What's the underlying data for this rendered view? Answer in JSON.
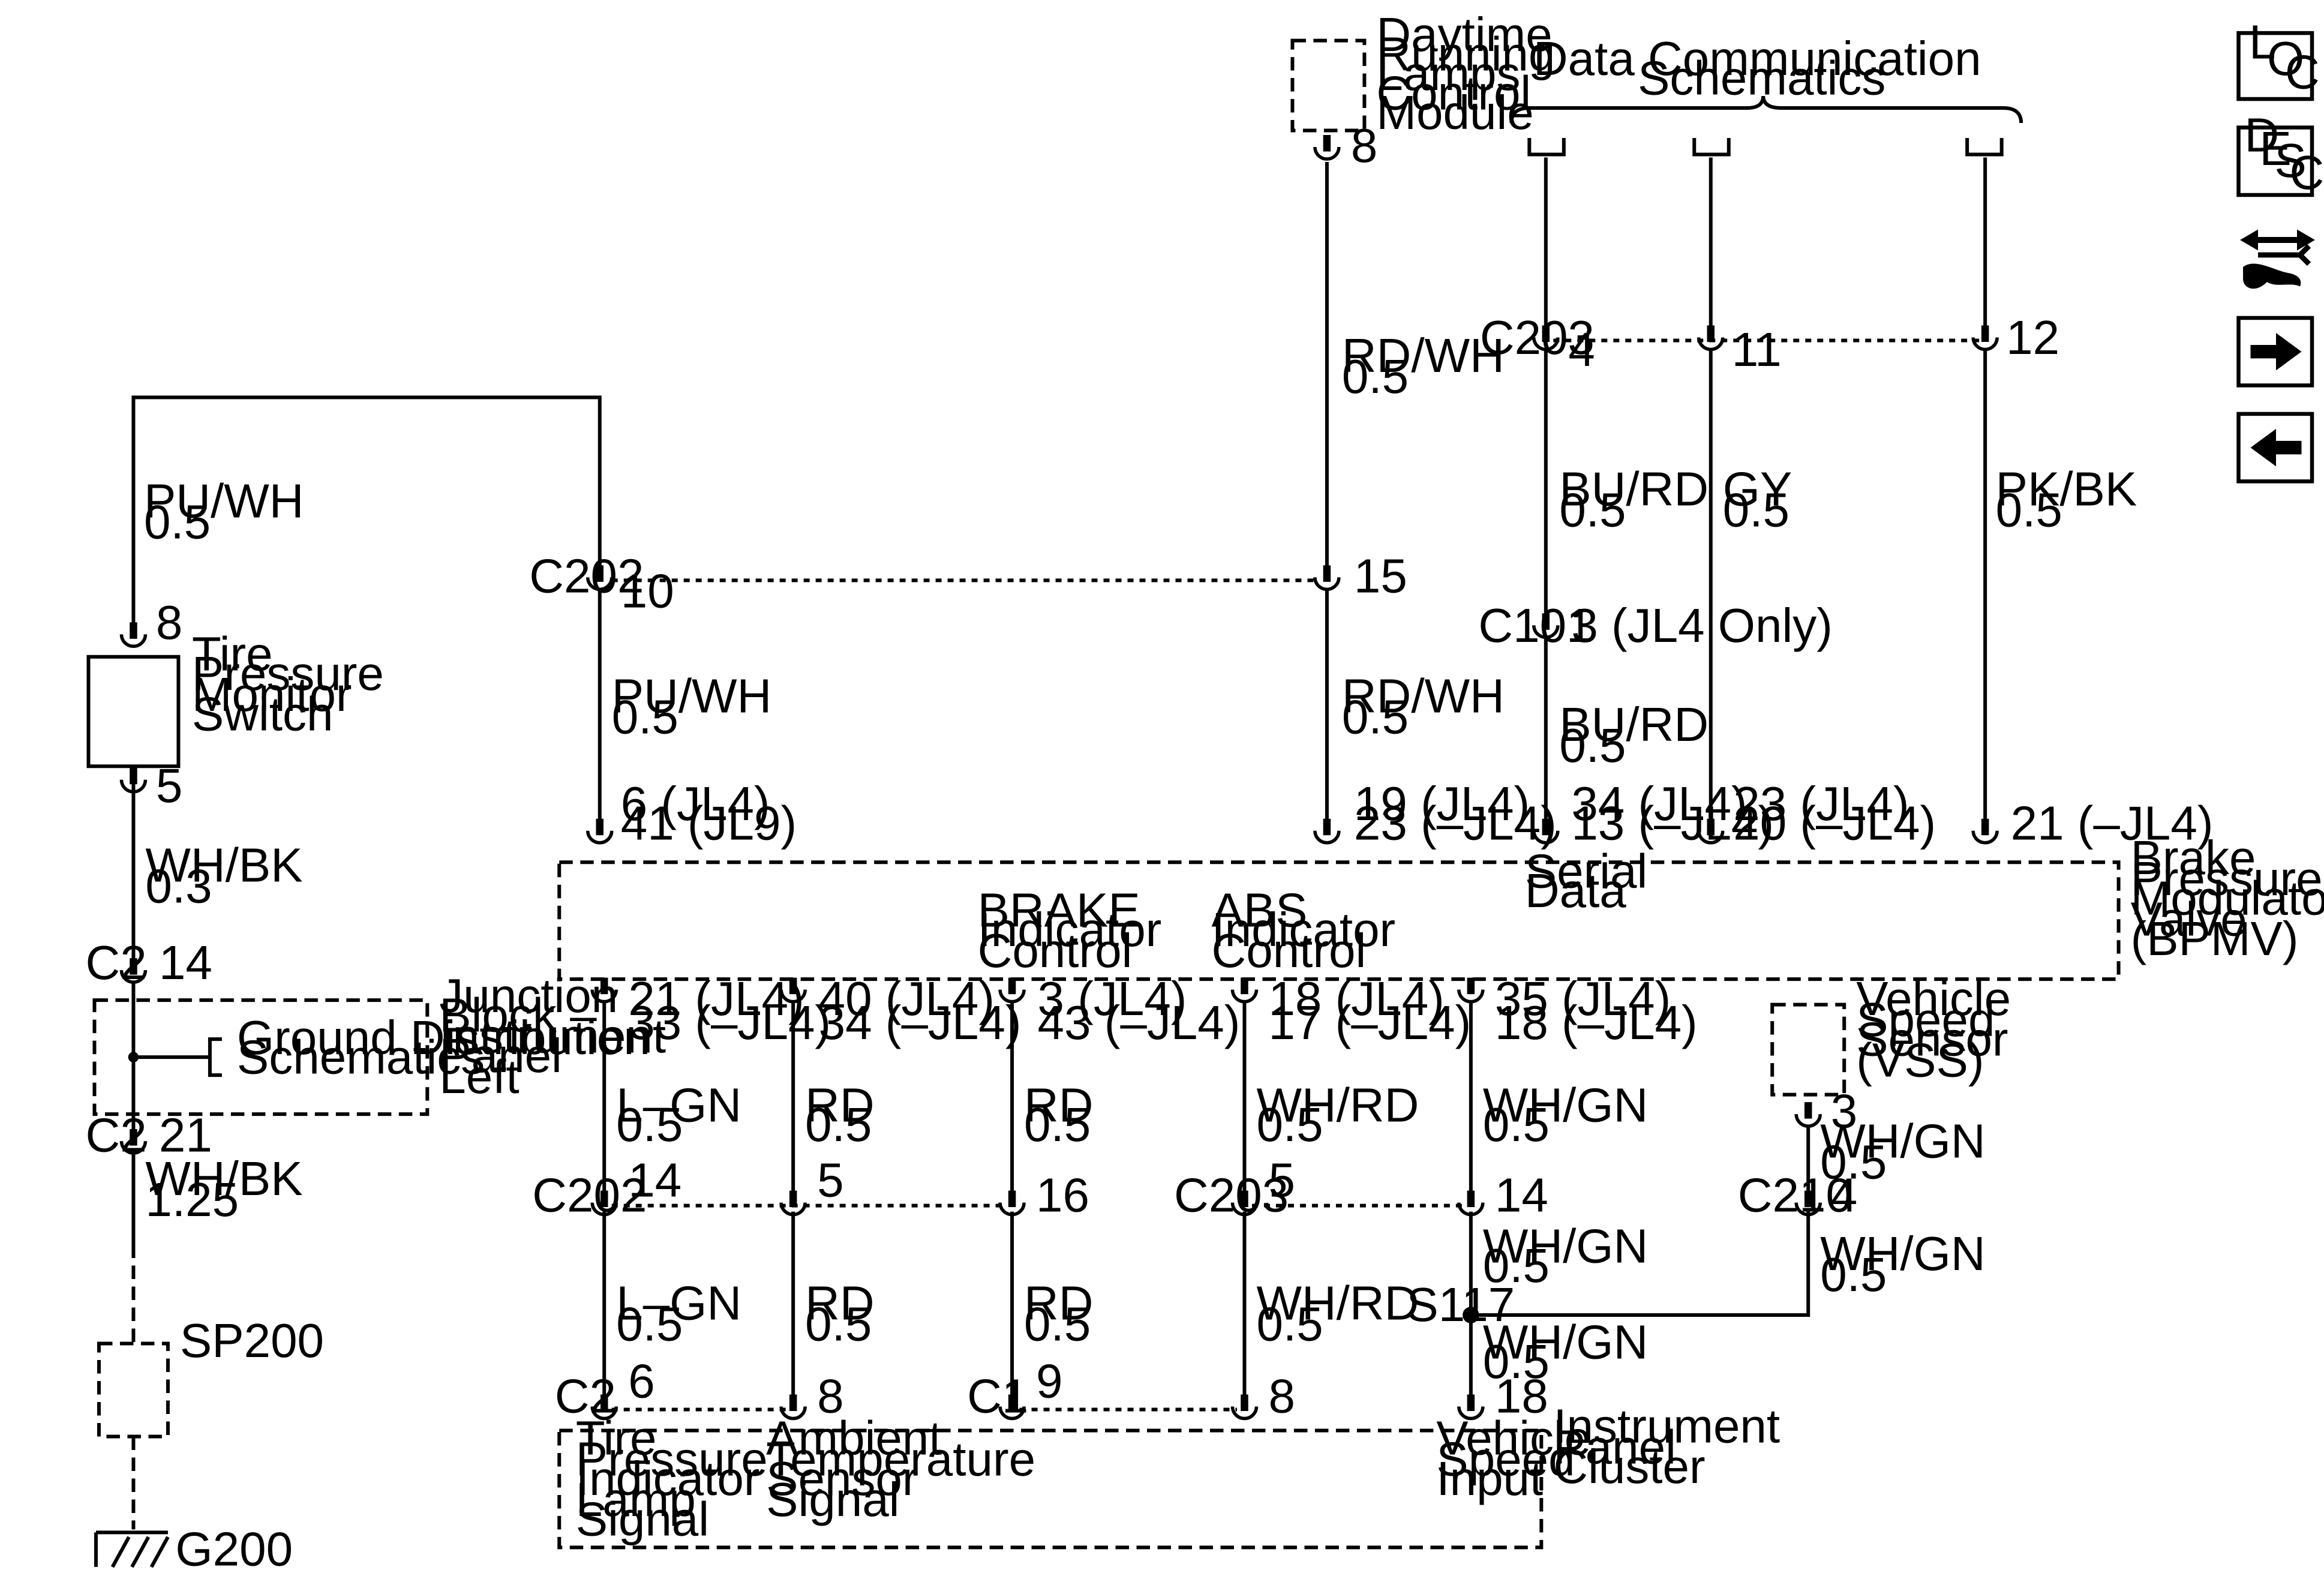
{
  "components": {
    "drl_module": [
      "Daytime",
      "Running",
      "Lamps",
      "Control",
      "Module"
    ],
    "data_comm": [
      "Data Communication",
      "Schematics"
    ],
    "tpms_switch": [
      "Tire",
      "Pressure",
      "Monitor",
      "Switch"
    ],
    "junction_block": [
      "Junction",
      "Block –",
      "Instrument",
      "Panel",
      "Left"
    ],
    "ground_dist": [
      "Ground Distribution",
      "Schematics"
    ],
    "bpmv": [
      "Brake",
      "Pressure",
      "Modulator",
      "Valve",
      "(BPMV)"
    ],
    "vss": [
      "Vehicle",
      "Speed",
      "Sensor",
      "(VSS)"
    ],
    "ipc": [
      "Instrument",
      "Panel",
      "Cluster"
    ],
    "serial_data": [
      "Serial",
      "Data"
    ],
    "brake_ctrl": [
      "BRAKE",
      "Indicator",
      "Control"
    ],
    "abs_ctrl": [
      "ABS",
      "Indicator",
      "Control"
    ],
    "tire_lamp": [
      "Tire",
      "Pressure",
      "Indicator",
      "Lamp",
      "Signal"
    ],
    "ambient": [
      "Ambient",
      "Temperature",
      "Sensor",
      "Signal"
    ],
    "vs_input": [
      "Vehicle",
      "Speed",
      "Input"
    ],
    "sp200": "SP200",
    "g200": "G200",
    "s117": "S117"
  },
  "connectors": {
    "c202": "C202",
    "c203": "C203",
    "c101": "C101",
    "c2": "C2",
    "c1": "C1",
    "c210": "C210"
  },
  "pins": {
    "drl_8": "8",
    "c202_15": "15",
    "c202_10": "10",
    "c203_4": "4",
    "c203_11": "11",
    "c203_12": "12",
    "c101_3": "3 (JL4 Only)",
    "tpms_8": "8",
    "tpms_5": "5",
    "c2_14": "14",
    "c2_21": "21",
    "bp_top_a1": "6 (JL4)",
    "bp_top_a2": "41 (JL9)",
    "bp_top_b1": "19 (JL4)",
    "bp_top_b2": "23 (–JL4)",
    "bp_top_c1": "34 (JL4)",
    "bp_top_c2": "13 (–JL4)",
    "bp_top_d1": "23 (JL4)",
    "bp_top_d2": "20 (–JL4)",
    "bp_top_e1": "21 (–JL4)",
    "bp_bot_1a": "21 (JL4)",
    "bp_bot_1b": "33 (–JL4)",
    "bp_bot_2a": "40 (JL4)",
    "bp_bot_2b": "34 (–JL4)",
    "bp_bot_3a": "3 (JL4)",
    "bp_bot_3b": "43 (–JL4)",
    "bp_bot_4a": "18 (JL4)",
    "bp_bot_4b": "17 (–JL4)",
    "bp_bot_5a": "35 (JL4)",
    "bp_bot_5b": "18 (–JL4)",
    "lc202_14": "14",
    "lc202_5": "5",
    "lc202_16": "16",
    "lc203_5": "5",
    "lc203_14": "14",
    "vss_3": "3",
    "c210_4": "4",
    "ipc_6": "6",
    "ipc_8a": "8",
    "ipc_9": "9",
    "ipc_8b": "8",
    "ipc_18": "18"
  },
  "wires": {
    "rdwh_top": [
      "RD/WH",
      "0.5"
    ],
    "rdwh_mid": [
      "RD/WH",
      "0.5"
    ],
    "puwh_left": [
      "PU/WH",
      "0.5"
    ],
    "puwh_mid": [
      "PU/WH",
      "0.5"
    ],
    "burd_top": [
      "BU/RD",
      "0.5"
    ],
    "burd_mid": [
      "BU/RD",
      "0.5"
    ],
    "gy": [
      "GY",
      "0.5"
    ],
    "pkbk": [
      "PK/BK",
      "0.5"
    ],
    "whbk_a": [
      "WH/BK",
      "0.3"
    ],
    "whbk_b": [
      "WH/BK",
      "1.25"
    ],
    "lgn_a": [
      "L–GN",
      "0.5"
    ],
    "lgn_b": [
      "L–GN",
      "0.5"
    ],
    "rd1_a": [
      "RD",
      "0.5"
    ],
    "rd1_b": [
      "RD",
      "0.5"
    ],
    "rd2_a": [
      "RD",
      "0.5"
    ],
    "rd2_b": [
      "RD",
      "0.5"
    ],
    "whrd_a": [
      "WH/RD",
      "0.5"
    ],
    "whrd_b": [
      "WH/RD",
      "0.5"
    ],
    "whgn_a": [
      "WH/GN",
      "0.5"
    ],
    "whgn_b": [
      "WH/GN",
      "0.5"
    ],
    "whgn_c": [
      "WH/GN",
      "0.5"
    ],
    "whgn_vss": [
      "WH/GN",
      "0.5"
    ],
    "whgn_c210": [
      "WH/GN",
      "0.5"
    ]
  },
  "sidebar": {
    "loc": [
      "L",
      "O",
      "C"
    ],
    "desc": [
      "D",
      "E",
      "S",
      "C"
    ]
  }
}
